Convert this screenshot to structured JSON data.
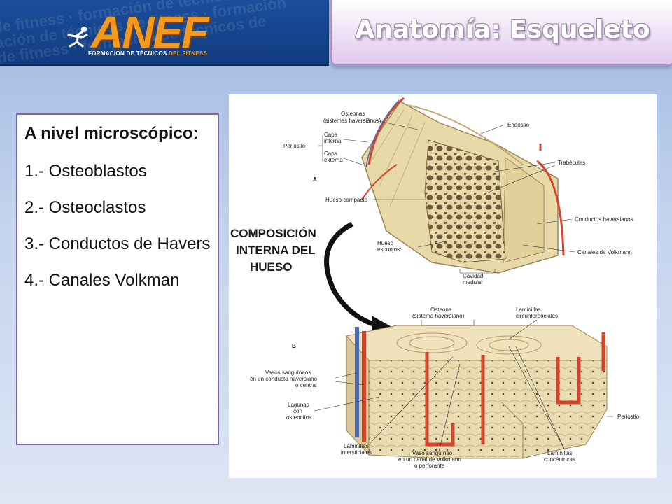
{
  "header": {
    "logo_text": "ANEF",
    "logo_tagline_prefix": "FORMACIÓN DE TÉCNICOS ",
    "logo_tagline_suffix": "DEL FITNESS",
    "watermark_lines": [
      "de fitness · formación de técnicos de fitness",
      "ación de técnicos de fitness · formación",
      "de fitness · formación de técnicos de"
    ]
  },
  "title": "Anatomía: Esqueleto",
  "content": {
    "heading": "A nivel microscópico:",
    "items": [
      "1.- Osteoblastos",
      "2.- Osteoclastos",
      "3.- Conductos de Havers",
      "4.- Canales Volkman"
    ]
  },
  "figure": {
    "main_label_lines": [
      "COMPOSICIÓN",
      "INTERNA DEL",
      "HUESO"
    ],
    "panel_a": "A",
    "panel_b": "B",
    "labels_a": {
      "osteonas": "Osteonas",
      "osteonas_sub": "(sistemas haversianos)",
      "periostio": "Periostio",
      "capa_interna_1": "Capa",
      "capa_interna_2": "interna",
      "capa_externa_1": "Capa",
      "capa_externa_2": "externa",
      "endostio": "Endostio",
      "trabeculas": "Trabéculas",
      "hueso_compacto": "Hueso compacto",
      "conductos_haversianos": "Conductos haversianos",
      "hueso_esponjoso_1": "Hueso",
      "hueso_esponjoso_2": "esponjoso",
      "canales_volkmann": "Canales de Volkmann",
      "cavidad_medular_1": "Cavidad",
      "cavidad_medular_2": "medular"
    },
    "labels_b": {
      "osteona": "Osteona",
      "osteona_sub": "(sistema haversiano)",
      "laminillas_circ_1": "Laminillas",
      "laminillas_circ_2": "circunferenciales",
      "vasos_1": "Vasos sanguíneos",
      "vasos_2": "en un conducto haversiano",
      "vasos_3": "o central",
      "lagunas_1": "Lagunas",
      "lagunas_2": "con",
      "lagunas_3": "osteocitos",
      "periostio": "Periostio",
      "laminillas_int_1": "Laminillas",
      "laminillas_int_2": "intersticiales",
      "vaso_volk_1": "Vaso sanguíneo",
      "vaso_volk_2": "en un canal de Volkmann",
      "vaso_volk_3": "o perforante",
      "laminillas_conc_1": "Laminillas",
      "laminillas_conc_2": "concéntricas"
    }
  },
  "colors": {
    "header_blue": "#1a4e9c",
    "logo_orange": "#f29a1f",
    "textbox_border": "#8066a8",
    "bone": "#e8d9a8",
    "vessel_red": "#d4442a",
    "vessel_blue": "#4a6bb5"
  }
}
